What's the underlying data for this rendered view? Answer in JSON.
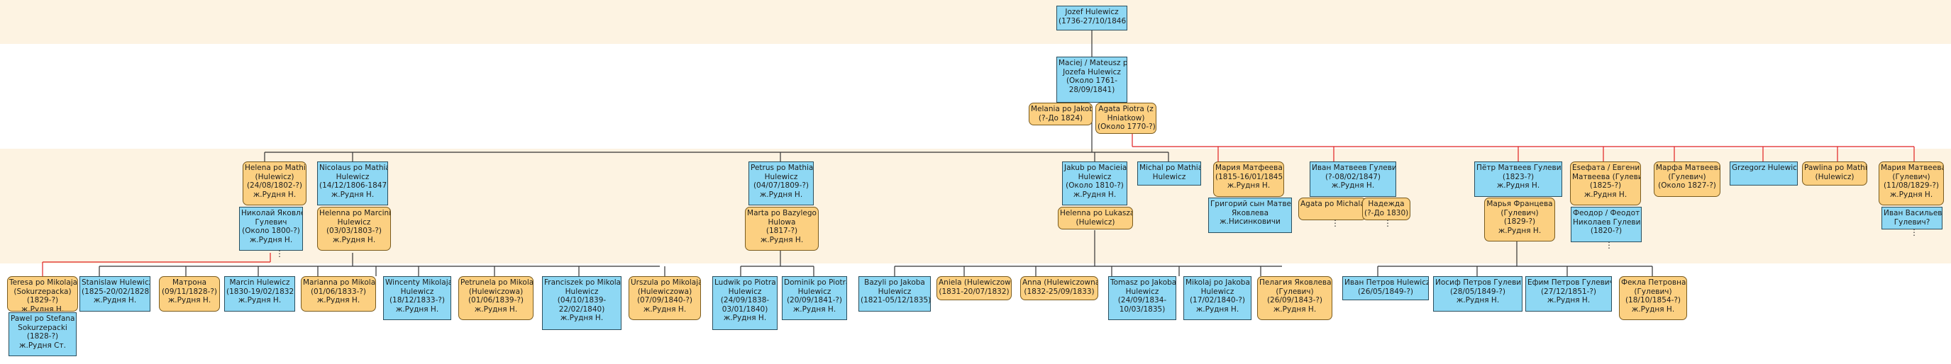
{
  "colors": {
    "male": "#8ed8f4",
    "female": "#fcd081",
    "band": "#fdf3e2",
    "line_primary": "#333333",
    "line_secondary": "#e02020"
  },
  "people": [
    {
      "id": "jozef",
      "lines": [
        "Jozef Hulewicz",
        "(1736-27/10/1846)"
      ]
    },
    {
      "id": "maciej",
      "lines": [
        "Maciej / Mateusz po",
        "Jozefa Hulewicz",
        "(Около 1761-",
        "28/09/1841)"
      ]
    },
    {
      "id": "melania",
      "lines": [
        "Melania po Jakoba",
        "(?-До 1824)"
      ]
    },
    {
      "id": "agata",
      "lines": [
        "Agata Piotra (z",
        "Hniatkow)",
        "(Около 1770-?)"
      ]
    },
    {
      "id": "helena",
      "lines": [
        "Helena po Mathia",
        "(Hulewicz)",
        "(24/08/1802-?)",
        "ж.Рудня Н."
      ]
    },
    {
      "id": "nikolay",
      "lines": [
        "Николай Яковлев",
        "Гулевич",
        "(Около 1800-?)",
        "ж.Рудня Н."
      ]
    },
    {
      "id": "nicolaus",
      "lines": [
        "Nicolaus po Mathia",
        "Hulewicz",
        "(14/12/1806-1847)",
        "ж.Рудня Н."
      ]
    },
    {
      "id": "helenna_m",
      "lines": [
        "Helenna po Marcinie",
        "Hulewicz",
        "(03/03/1803-?)",
        "ж.Рудня Н."
      ]
    },
    {
      "id": "petrus",
      "lines": [
        "Petrus po Mathia",
        "Hulewicz",
        "(04/07/1809-?)",
        "ж.Рудня Н."
      ]
    },
    {
      "id": "marta",
      "lines": [
        "Marta po Bazylego",
        "Hulowa",
        "(1817-?)",
        "ж.Рудня Н."
      ]
    },
    {
      "id": "jakub",
      "lines": [
        "Jakub po Macieia",
        "Hulewicz",
        "(Около 1810-?)",
        "ж.Рудня Н."
      ]
    },
    {
      "id": "helenna_l",
      "lines": [
        "Helenna po Lukasza",
        "(Hulewicz)"
      ]
    },
    {
      "id": "michal",
      "lines": [
        "Michal po Mathia",
        "Hulewicz"
      ]
    },
    {
      "id": "mariya_m",
      "lines": [
        "Мария Матфеева",
        "(1815-16/01/1845)",
        "ж.Рудня Н."
      ]
    },
    {
      "id": "grigoriy",
      "lines": [
        "Григорий сын  Матвея",
        "Яковлева",
        "ж.Нисинковичи"
      ]
    },
    {
      "id": "ivan_m",
      "lines": [
        "Иван Матвеев Гулевич",
        "(?-08/02/1847)",
        "ж.Рудня Н."
      ]
    },
    {
      "id": "agata_m",
      "lines": [
        "Agata po Michala"
      ]
    },
    {
      "id": "nadezhda",
      "lines": [
        "Надежда",
        "(?-До 1830)"
      ]
    },
    {
      "id": "petr_m",
      "lines": [
        "Пётр Матвеев Гулевич",
        "(1823-?)",
        "ж.Рудня Н."
      ]
    },
    {
      "id": "mariya_f",
      "lines": [
        "Марья Францева",
        "(Гулевич)",
        "(1829-?)",
        "ж.Рудня Н."
      ]
    },
    {
      "id": "esfata",
      "lines": [
        "Esефата / Евгения",
        "Матвеева (Гулевич)",
        "(1825-?)",
        "ж.Рудня Н."
      ]
    },
    {
      "id": "feodor",
      "lines": [
        "Феодор / Феодот",
        "Николаев Гулевич",
        "(1820-?)"
      ]
    },
    {
      "id": "marfa",
      "lines": [
        "Марфа Матвеева",
        "(Гулевич)",
        "(Около 1827-?)"
      ]
    },
    {
      "id": "grzegorz",
      "lines": [
        "Grzegorz Hulewicz"
      ]
    },
    {
      "id": "pawlina",
      "lines": [
        "Pawlina po Mathia",
        "(Hulewicz)"
      ]
    },
    {
      "id": "mariya_m2",
      "lines": [
        "Мария Матвеева",
        "(Гулевич)",
        "(11/08/1829-?)",
        "ж.Рудня Н."
      ]
    },
    {
      "id": "ivan_v",
      "lines": [
        "Иван Васильев",
        "Гулевич?"
      ]
    },
    {
      "id": "teresa",
      "lines": [
        "Teresa po Mikolaja",
        "(Sokurzepacka)",
        "(1829-?)",
        "ж.Рудня Н."
      ]
    },
    {
      "id": "pawel",
      "lines": [
        "Pawel po Stefana",
        "Sokurzepacki",
        "(1828-?)",
        "ж.Рудня Ст."
      ]
    },
    {
      "id": "stanislaw",
      "lines": [
        "Stanislaw Hulewicz",
        "(1825-20/02/1828)",
        "ж.Рудня Н."
      ]
    },
    {
      "id": "matrona",
      "lines": [
        "Матрона",
        "(09/11/1828-?)",
        "ж.Рудня Н."
      ]
    },
    {
      "id": "marcin",
      "lines": [
        "Marcin Hulewicz",
        "(1830-19/02/1832)",
        "ж.Рудня Н."
      ]
    },
    {
      "id": "marianna",
      "lines": [
        "Marianna po Mikolaja",
        "(01/06/1833-?)",
        "ж.Рудня Н."
      ]
    },
    {
      "id": "wincenty",
      "lines": [
        "Wincenty Mikolaja",
        "Hulewicz",
        "(18/12/1833-?)",
        "ж.Рудня Н."
      ]
    },
    {
      "id": "petrunela",
      "lines": [
        "Petrunela po Mikolaja",
        "(Hulewiczowa)",
        "(01/06/1839-?)",
        "ж.Рудня Н."
      ]
    },
    {
      "id": "franciszek",
      "lines": [
        "Franciszek po Mikolaja",
        "Hulewicz",
        "(04/10/1839-",
        "22/02/1840)",
        "ж.Рудня Н."
      ]
    },
    {
      "id": "urszula",
      "lines": [
        "Urszula po Mikolaja",
        "(Hulewiczowa)",
        "(07/09/1840-?)",
        "ж.Рудня Н."
      ]
    },
    {
      "id": "ludwik",
      "lines": [
        "Ludwik po Piotra",
        "Hulewicz",
        "(24/09/1838-",
        "03/01/1840)",
        "ж.Рудня Н."
      ]
    },
    {
      "id": "dominik",
      "lines": [
        "Dominik po Piotra",
        "Hulewicz",
        "(20/09/1841-?)",
        "ж.Рудня Н."
      ]
    },
    {
      "id": "bazyli",
      "lines": [
        "Bazyli po Jakoba",
        "Hulewicz",
        "(1821-05/12/1835)"
      ]
    },
    {
      "id": "aniela",
      "lines": [
        "Aniela (Hulewiczowa)",
        "(1831-20/07/1832)"
      ]
    },
    {
      "id": "anna",
      "lines": [
        "Anna (Hulewiczowna)",
        "(1832-25/09/1833)"
      ]
    },
    {
      "id": "tomasz",
      "lines": [
        "Tomasz po Jakoba",
        "Hulewicz",
        "(24/09/1834-",
        "10/03/1835)"
      ]
    },
    {
      "id": "mikolaj",
      "lines": [
        "Mikolaj po Jakoba",
        "Hulewicz",
        "(17/02/1840-?)",
        "ж.Рудня Н."
      ]
    },
    {
      "id": "pelageya",
      "lines": [
        "Пелагия Яковлева",
        "(Гулевич)",
        "(26/09/1843-?)",
        "ж.Рудня Н."
      ]
    },
    {
      "id": "ivan_p",
      "lines": [
        "Иван Петров Hulewicz",
        "(26/05/1849-?)"
      ]
    },
    {
      "id": "iosif",
      "lines": [
        "Иосиф Петров Гулевич",
        "(28/05/1849-?)",
        "ж.Рудня Н."
      ]
    },
    {
      "id": "efim",
      "lines": [
        "Ефим Петров Гулевич",
        "(27/12/1851-?)",
        "ж.Рудня Н."
      ]
    },
    {
      "id": "fekla",
      "lines": [
        "Фекла Петровна",
        "(Гулевич)",
        "(18/10/1854-?)",
        "ж.Рудня Н."
      ]
    }
  ]
}
